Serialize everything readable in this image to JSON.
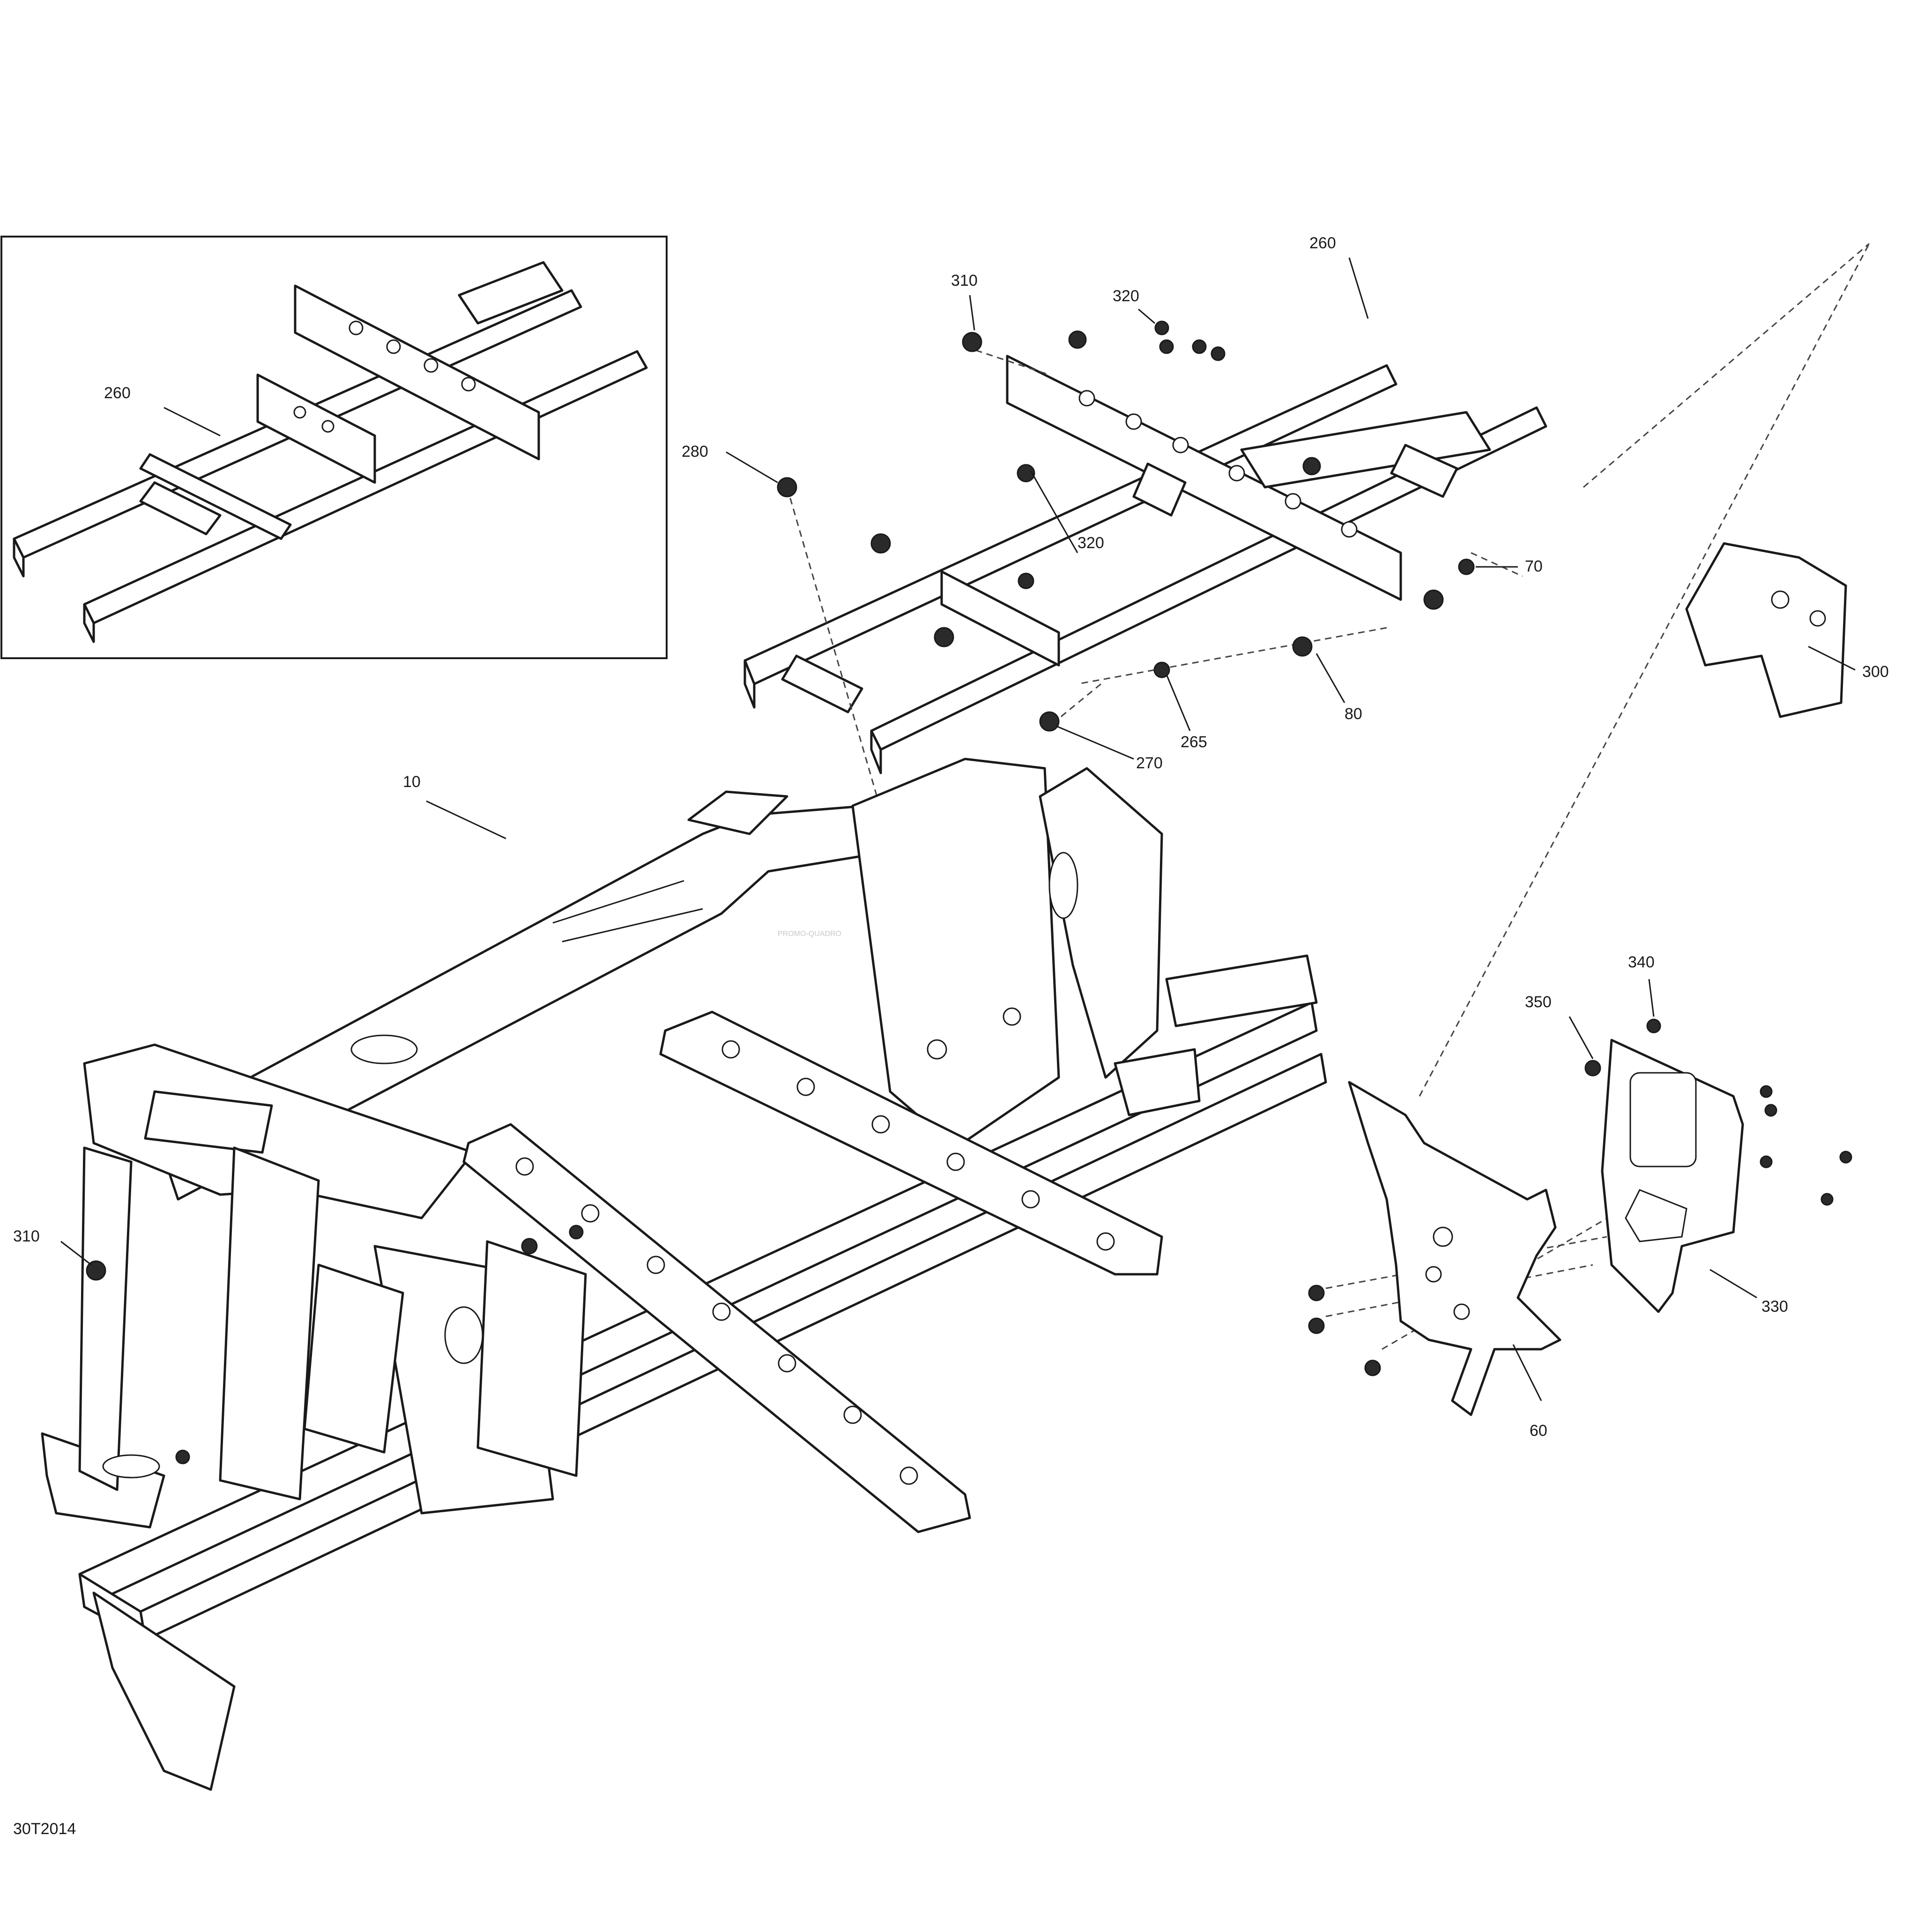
{
  "diagram": {
    "figure_code": "30T2014",
    "watermark": "PROMO-QUADRO",
    "callouts": {
      "c260_inset": "260",
      "c260_main": "260",
      "c310_top": "310",
      "c320_top": "320",
      "c280": "280",
      "c320_mid": "320",
      "c70": "70",
      "c80": "80",
      "c265": "265",
      "c270": "270",
      "c300": "300",
      "c10": "10",
      "c340": "340",
      "c350": "350",
      "c330": "330",
      "c60": "60",
      "c310_bottom": "310"
    }
  }
}
